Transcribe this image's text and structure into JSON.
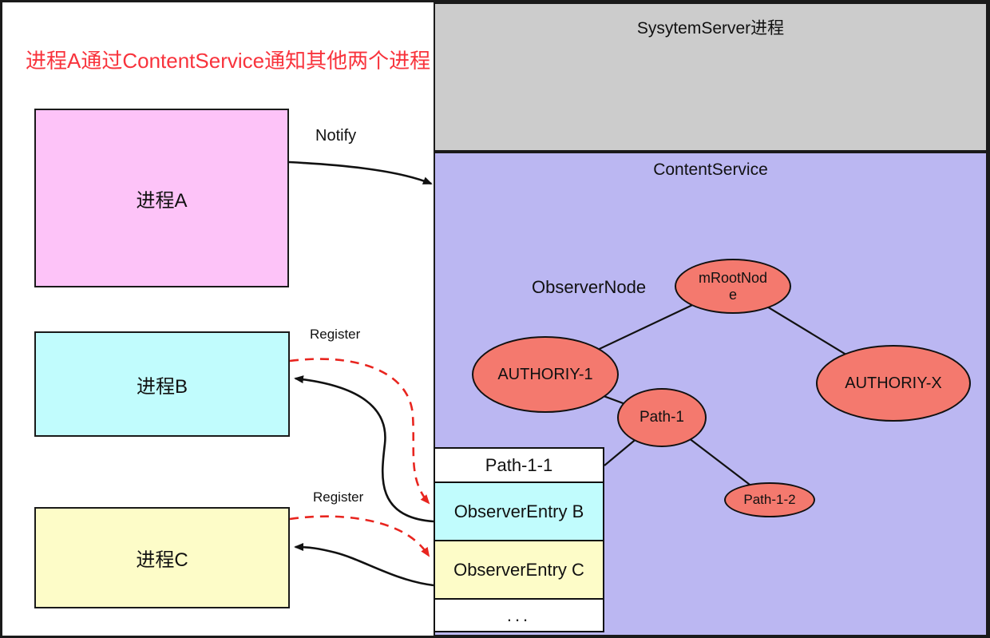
{
  "caption": {
    "text": "进程A通过ContentService通知其他两个进程",
    "color": "#f8333c"
  },
  "regions": {
    "system_server": {
      "label": "SysytemServer进程",
      "fill": "#cccccc"
    },
    "content_service": {
      "label": "ContentService",
      "fill": "#bbb7f2"
    }
  },
  "processes": {
    "a": {
      "label": "进程A",
      "fill": "#fdc3f8"
    },
    "b": {
      "label": "进程B",
      "fill": "#c1fcfd"
    },
    "c": {
      "label": "进程C",
      "fill": "#fdfcc8"
    }
  },
  "observer_node": {
    "label": "ObserverNode"
  },
  "tree": {
    "node_fill": "#f4796e",
    "root": {
      "label": "mRootNode"
    },
    "authority_1": {
      "label": "AUTHORIY-1"
    },
    "authority_x": {
      "label": "AUTHORIY-X"
    },
    "path_1": {
      "label": "Path-1"
    },
    "path_1_2": {
      "label": "Path-1-2"
    }
  },
  "observer_table": {
    "rows": [
      {
        "label": "Path-1-1"
      },
      {
        "label": "ObserverEntry B"
      },
      {
        "label": "ObserverEntry C"
      },
      {
        "label": "..."
      }
    ]
  },
  "arrows": {
    "notify_label": "Notify",
    "register_b_label": "Register",
    "register_c_label": "Register",
    "red_color": "#e8251f",
    "black_color": "#111111"
  }
}
